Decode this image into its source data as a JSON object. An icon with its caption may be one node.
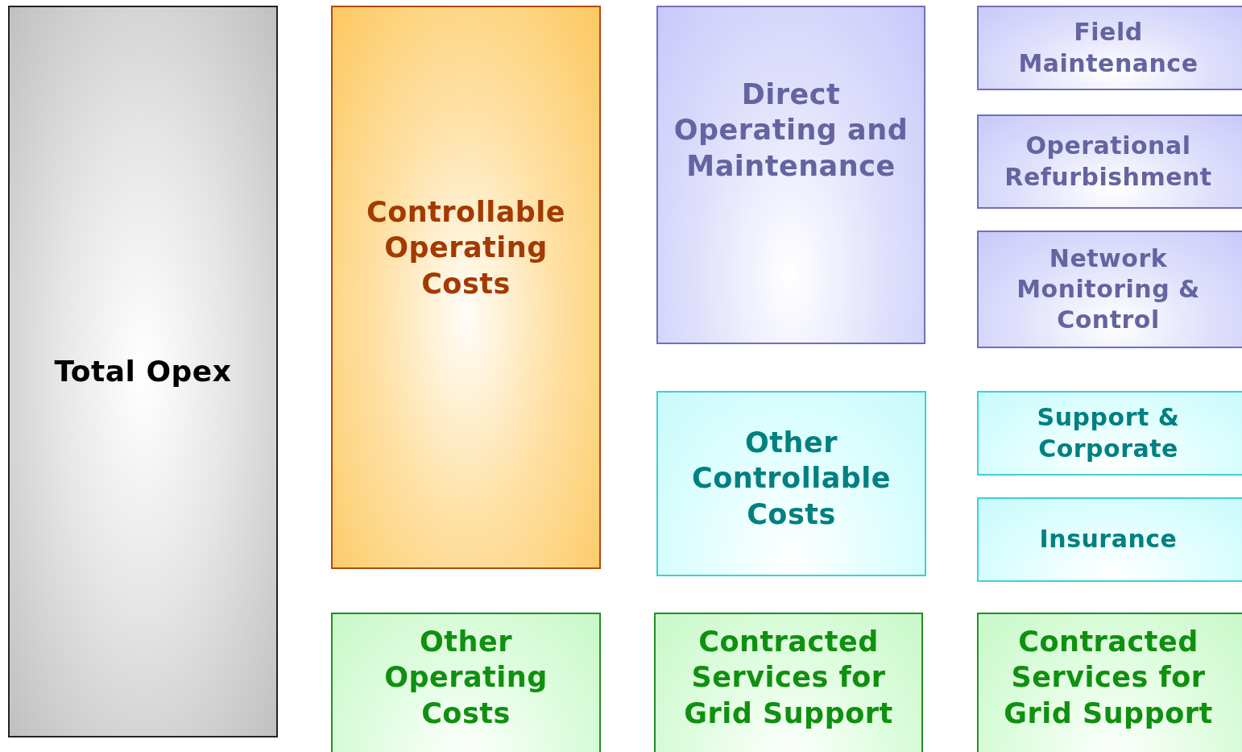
{
  "diagram": {
    "nodes": [
      {
        "text": [
          "Total Opex"
        ]
      },
      {
        "text": [
          "Controllable Operating Costs"
        ]
      },
      {
        "text": [
          "Direct Operating and Maintenance"
        ]
      },
      {
        "text": [
          "Field Maintenance"
        ]
      },
      {
        "text": [
          "Operational Refurbishment"
        ]
      },
      {
        "text": [
          "Network Monitoring & Control"
        ]
      },
      {
        "text": [
          "Other Controllable Costs"
        ]
      },
      {
        "text": [
          "Support & Corporate"
        ]
      },
      {
        "text": [
          "Insurance"
        ]
      },
      {
        "text": [
          "Other Operating Costs"
        ]
      },
      {
        "text": [
          "Contracted Services for Grid Support"
        ]
      },
      {
        "text": [
          "Contracted Services for Grid Support"
        ]
      }
    ]
  }
}
